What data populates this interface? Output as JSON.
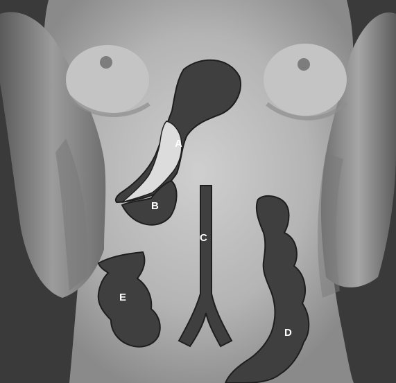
{
  "figure": {
    "description_free": true,
    "labels": {
      "a": "A",
      "b": "B",
      "c": "C",
      "d": "D",
      "e": "E"
    },
    "colors": {
      "organ_fill": "#3f3f3f",
      "organ_highlight": "#dcdcdc",
      "label_text": "#ffffff",
      "skin_light": "#c9c9c9",
      "skin_mid": "#9a9a9a",
      "skin_dark": "#4a4a4a",
      "background_dark": "#2f2f2f"
    }
  }
}
